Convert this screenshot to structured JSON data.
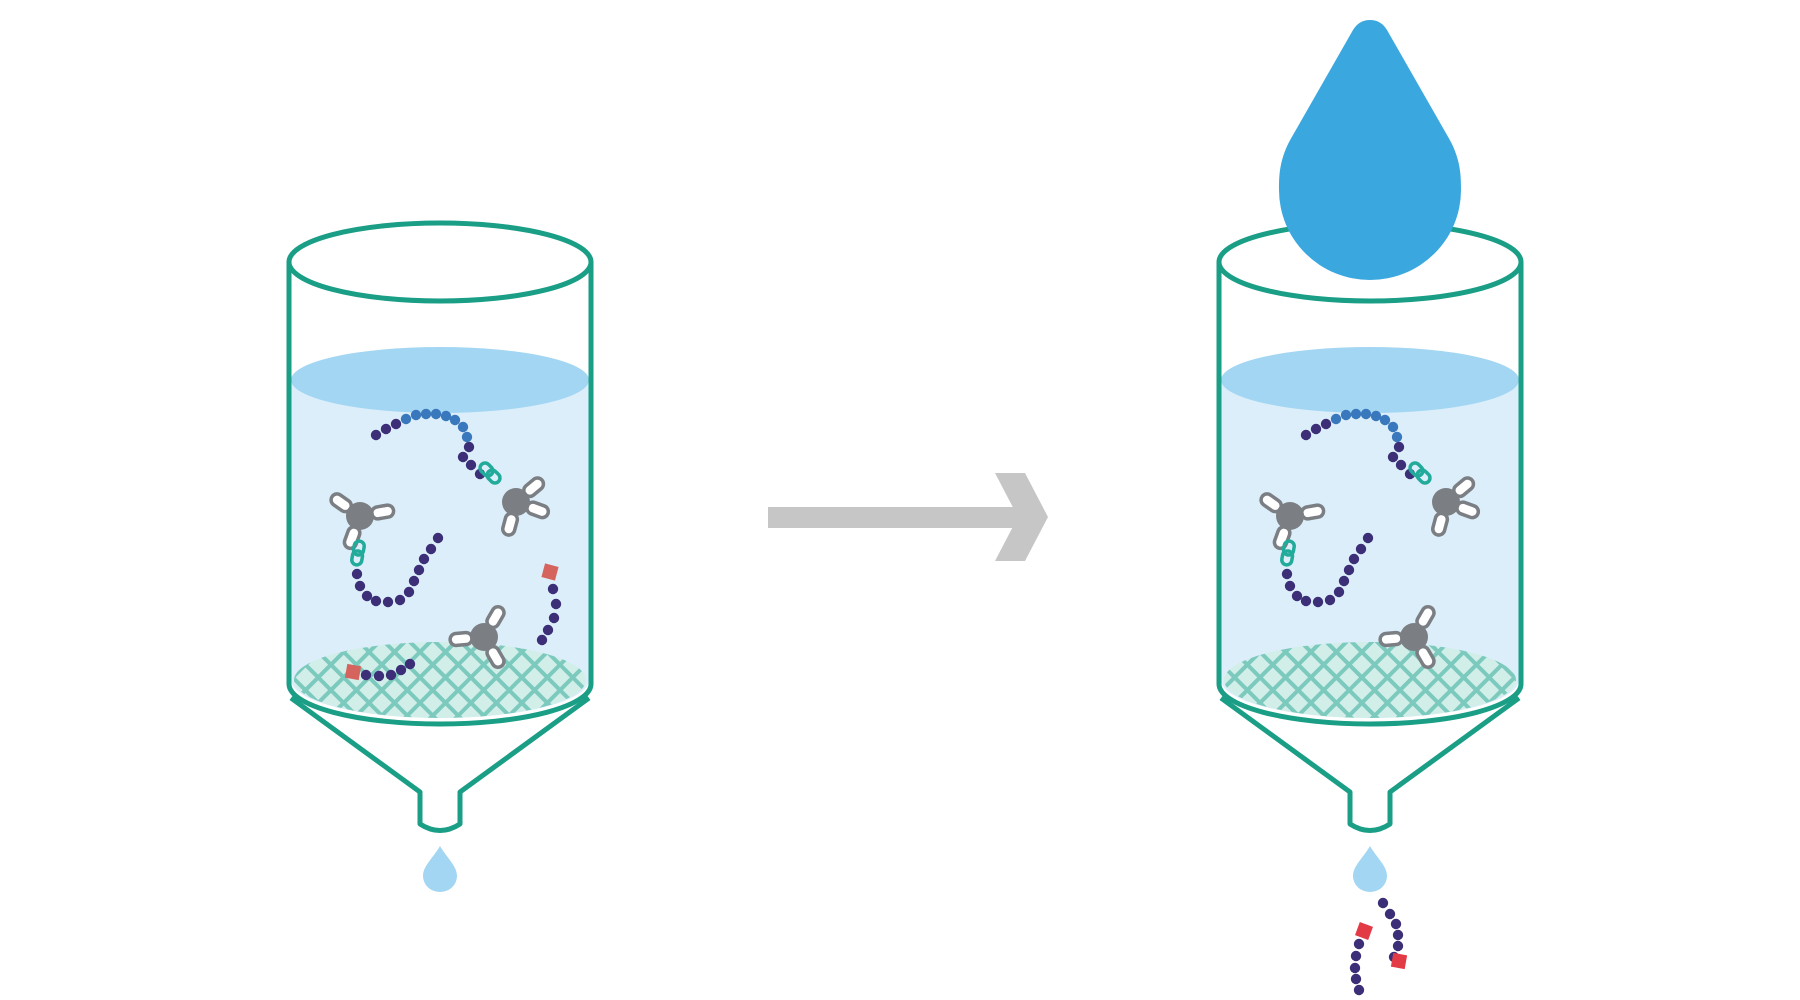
{
  "colors": {
    "column_outline": "#1a9e86",
    "liquid_fill": "#dbeefa",
    "liquid_surface": "#a3d6f3",
    "mesh_fill": "#7cc9bd",
    "mesh_bg": "#d2eee9",
    "bead_dark": "#3d2e78",
    "bead_blue": "#3a78bd",
    "linker": "#22ab9b",
    "anchor_gray": "#7b7f83",
    "tag_red_left": "#d5645f",
    "tag_red_right": "#e23b46",
    "arrow": "#c6c6c6",
    "big_drop": "#3aa8df",
    "small_drop": "#a3d6f3"
  },
  "diagram": {
    "panels": [
      {
        "id": "before",
        "shows_big_drop": false,
        "eluted_fragments": 0
      },
      {
        "id": "after",
        "shows_big_drop": true,
        "eluted_fragments": 2
      }
    ],
    "arrow_icon": "right-arrow-icon",
    "big_drop_icon": "water-drop-icon",
    "small_drop_icon": "droplet-icon"
  }
}
